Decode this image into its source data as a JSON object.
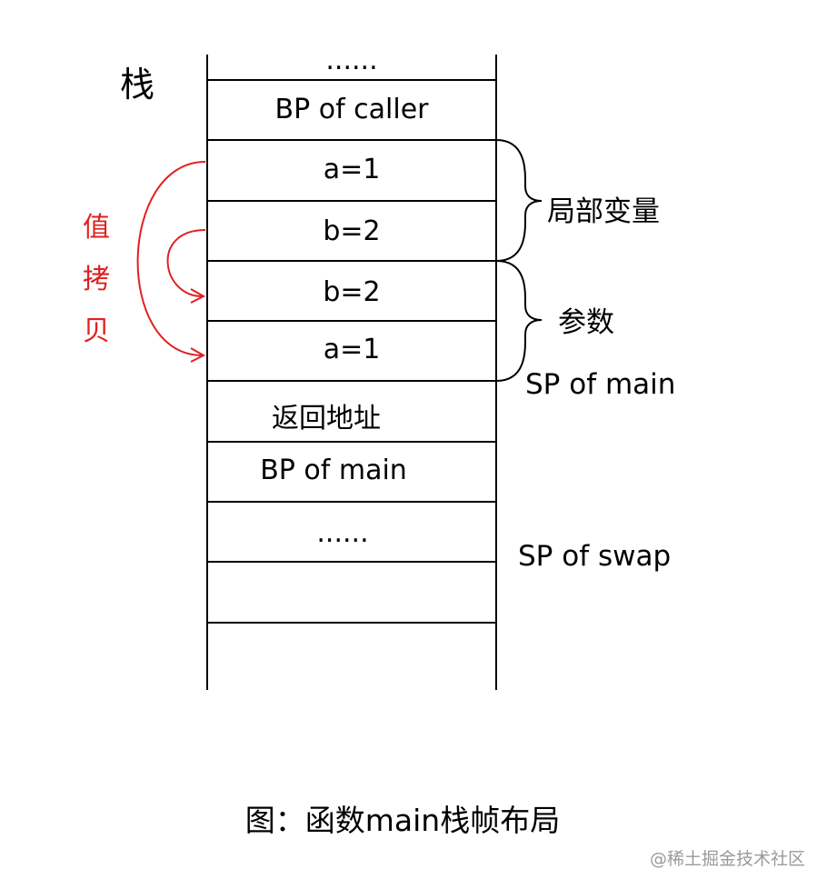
{
  "stack_title": "栈",
  "cells": [
    "......",
    "BP of caller",
    "a=1",
    "b=2",
    "b=2",
    "a=1",
    "返回地址",
    "BP of main",
    "......",
    ""
  ],
  "labels": {
    "local_vars": "局部变量",
    "params": "参数",
    "sp_main": "SP of main",
    "sp_swap": "SP of swap"
  },
  "copy_label": [
    "值",
    "拷",
    "贝"
  ],
  "caption": "图：函数main栈帧布局",
  "watermark": "@稀土掘金技术社区",
  "colors": {
    "arrow": "#e02020",
    "line": "#000000"
  }
}
